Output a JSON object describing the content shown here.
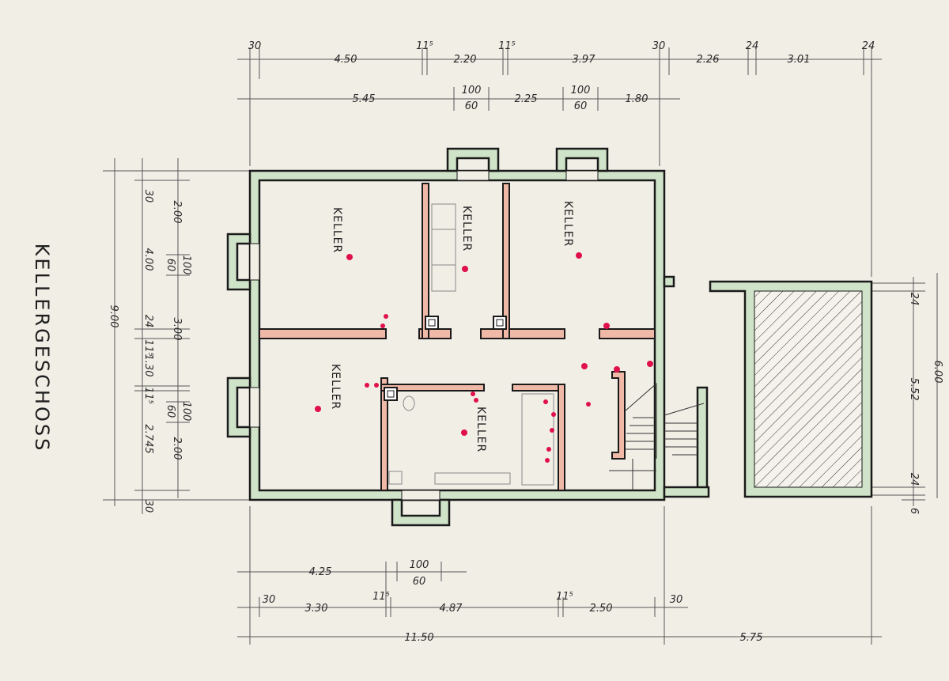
{
  "title": "KELLERGESCHOSS",
  "rooms": [
    "KELLER",
    "KELLER",
    "KELLER",
    "KELLER",
    "KELLER"
  ],
  "dims_top_row1": [
    "30",
    "4.50",
    "11⁵",
    "2.20",
    "11⁵",
    "3.97",
    "30",
    "2.26",
    "24",
    "3.01",
    "24"
  ],
  "dims_top_row2": [
    "5.45",
    "100",
    "60",
    "2.25",
    "100",
    "60",
    "1.80"
  ],
  "dims_left": [
    "30",
    "2.00",
    "100",
    "60",
    "4.00",
    "24",
    "3.00",
    "11⁵",
    "1.30",
    "100",
    "60",
    "11⁵",
    "2.745",
    "2.00",
    "30"
  ],
  "dim_left_total": "9.00",
  "dims_right": [
    "24",
    "5.52",
    "24",
    "6",
    "6.00"
  ],
  "dims_bottom_row1": [
    "4.25",
    "100",
    "60"
  ],
  "dims_bottom_row2": [
    "30",
    "3.30",
    "11⁵",
    "4.87",
    "11⁵",
    "2.50",
    "30"
  ],
  "dims_bottom_row3": [
    "11.50",
    "5.75"
  ],
  "colors": {
    "paper": "#f1eee6",
    "outer_wall": "#cfe3c8",
    "inner_wall": "#f0b9a7",
    "marker": "#e0104a",
    "ink": "#1a1a1a"
  }
}
